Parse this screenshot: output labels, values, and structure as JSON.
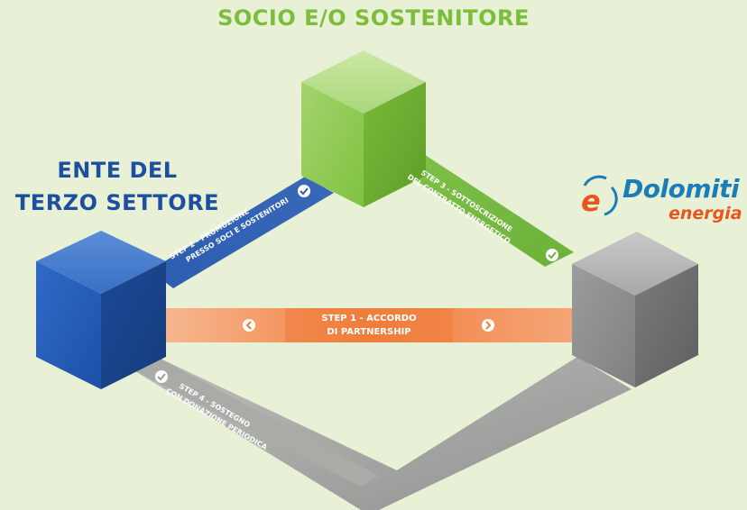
{
  "titles": {
    "socio": "SOCIO E/O SOSTENITORE",
    "ente_line1": "ENTE DEL",
    "ente_line2": "TERZO SETTORE"
  },
  "logo": {
    "word": "Dolomiti",
    "sub": "energia",
    "mark_letter": "e"
  },
  "steps": {
    "step1_line1": "STEP 1 - ACCORDO",
    "step1_line2": "DI PARTNERSHIP",
    "step2_line1": "STEP 2 - PROMOZIONE",
    "step2_line2": "PRESSO SOCI E SOSTENITORI",
    "step3_line1": "STEP 3 - SOTTOSCRIZIONE",
    "step3_line2": "DEL CONTRATTO ENERGETICO",
    "step4_line1": "STEP 4 - SOSTEGNO",
    "step4_line2": "CON DONAZIONE PERIODICA"
  },
  "colors": {
    "background": "#e8f0d6",
    "green": "#7cbd3c",
    "blue": "#1d4fa0",
    "gray": "#8a8a8a",
    "orange": "#f0844a",
    "logo_blue": "#1a7db7",
    "logo_orange": "#e8561b"
  },
  "icons": [
    "chevron-left-icon",
    "chevron-right-icon",
    "check-icon"
  ]
}
